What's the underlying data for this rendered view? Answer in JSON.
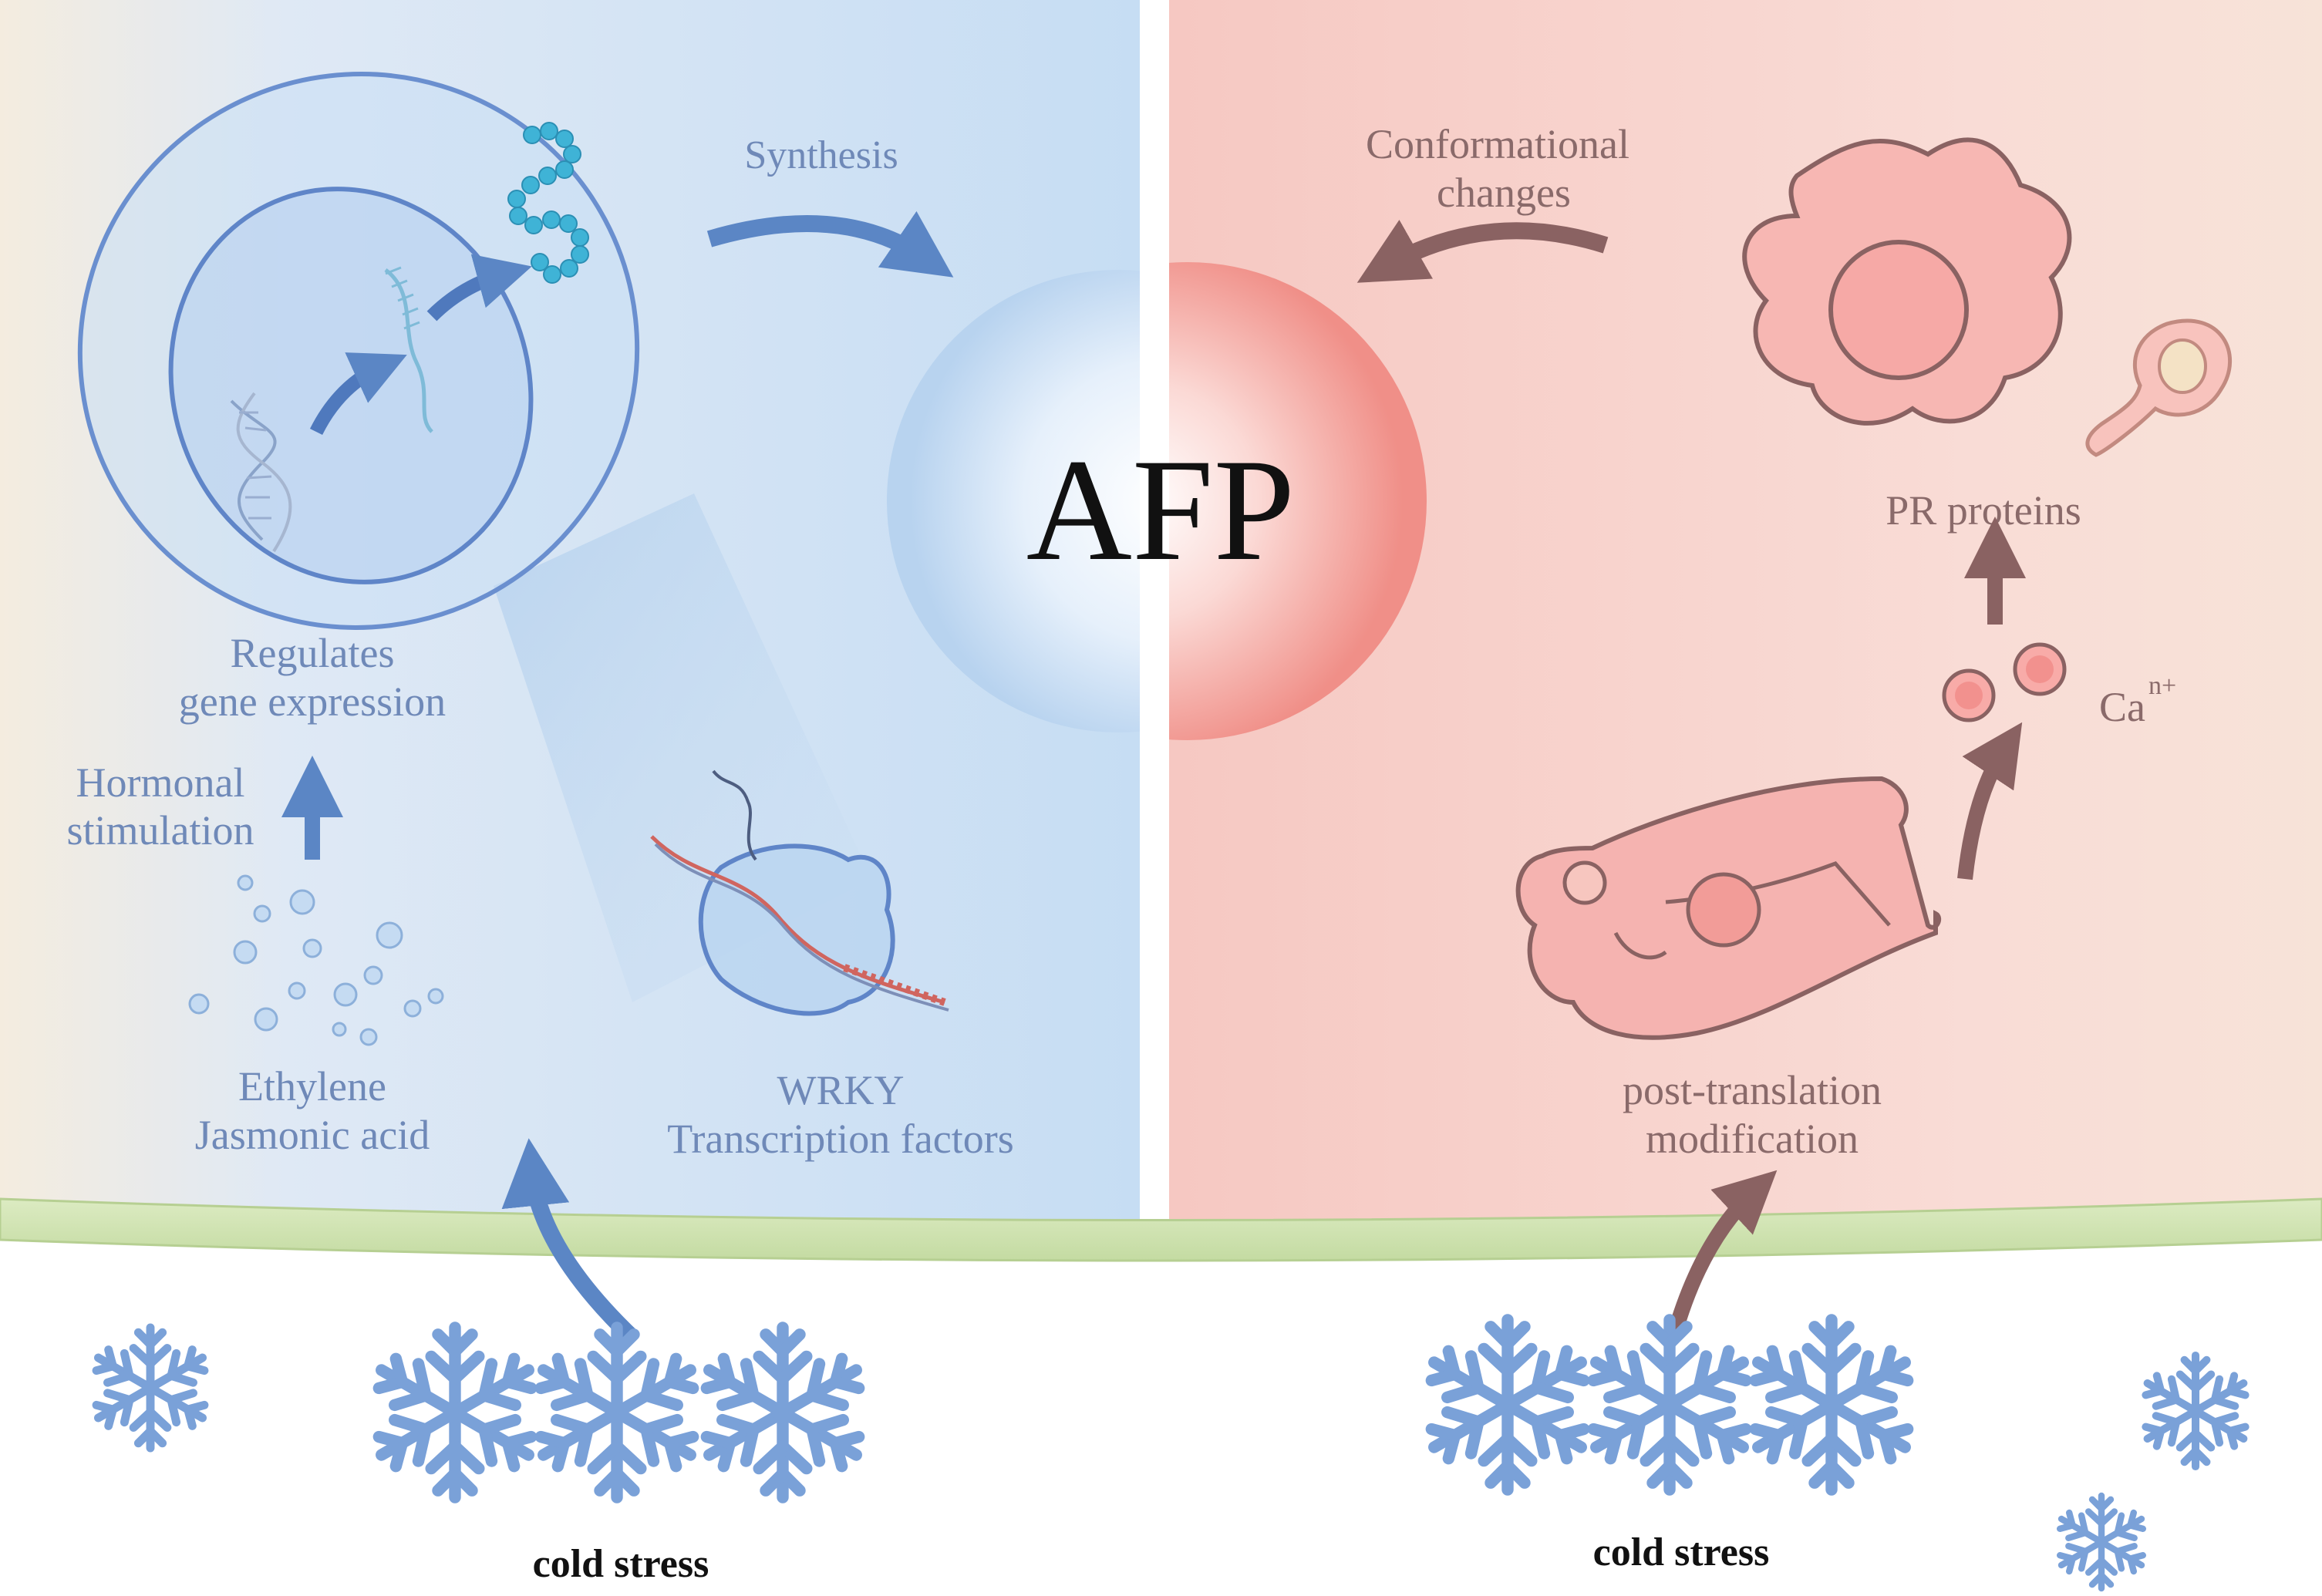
{
  "center": {
    "title": "AFP"
  },
  "left_panel": {
    "synthesis": "Synthesis",
    "regulates_line1": "Regulates",
    "regulates_line2": "gene expression",
    "hormonal_line1": "Hormonal",
    "hormonal_line2": "stimulation",
    "ethylene_line1": "Ethylene",
    "ethylene_line2": "Jasmonic acid",
    "wrky_line1": "WRKY",
    "wrky_line2": "Transcription factors",
    "cold_stress": "cold stress"
  },
  "right_panel": {
    "conformational_line1": "Conformational",
    "conformational_line2": "changes",
    "pr_proteins": "PR proteins",
    "ca": "Ca",
    "ca_superscript": "n+",
    "post_translation_line1": "post-translation",
    "post_translation_line2": "modification",
    "cold_stress": "cold stress"
  },
  "colors": {
    "left_bg": "#d4e6f6",
    "right_bg": "#f9d9d4",
    "blue_text": "#6f89b8",
    "brown_text": "#8a6a6a",
    "blue_arrow": "#5b86c5",
    "brown_arrow": "#8a6262",
    "snowflake": "#7aa1d8",
    "membrane": "#cfe3b0",
    "afp_text": "#111111"
  },
  "icons": [
    "snowflake-icon",
    "dna-helix-icon",
    "mrna-icon",
    "protein-chain-icon",
    "wrky-protein-icon",
    "pr-protein-cell-icon",
    "calcium-ion-icon",
    "receptor-protein-icon"
  ]
}
